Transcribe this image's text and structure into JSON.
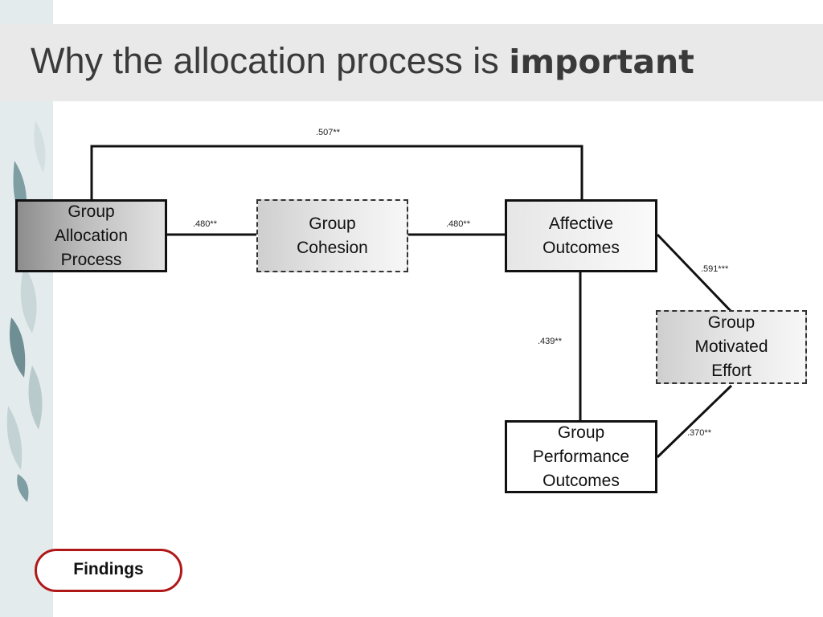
{
  "slide": {
    "title_regular": "Why the allocation process is ",
    "title_bold": "important"
  },
  "diagram": {
    "nodes": {
      "allocation": "Group\nAllocation\nProcess",
      "cohesion": "Group\nCohesion",
      "affective": "Affective\nOutcomes",
      "motivated": "Group\nMotivated\nEffort",
      "performance": "Group\nPerformance\nOutcomes"
    },
    "coefficients": {
      "allocation_affective": ".507**",
      "allocation_cohesion": ".480**",
      "cohesion_affective": ".480**",
      "affective_motivated": ".591***",
      "affective_performance": ".439**",
      "motivated_performance": ".370**"
    }
  },
  "findings": {
    "label": "Findings"
  },
  "colors": {
    "title_bar": "#e9e9e9",
    "left_band": "#e4ebec",
    "findings_border": "#b01818"
  }
}
